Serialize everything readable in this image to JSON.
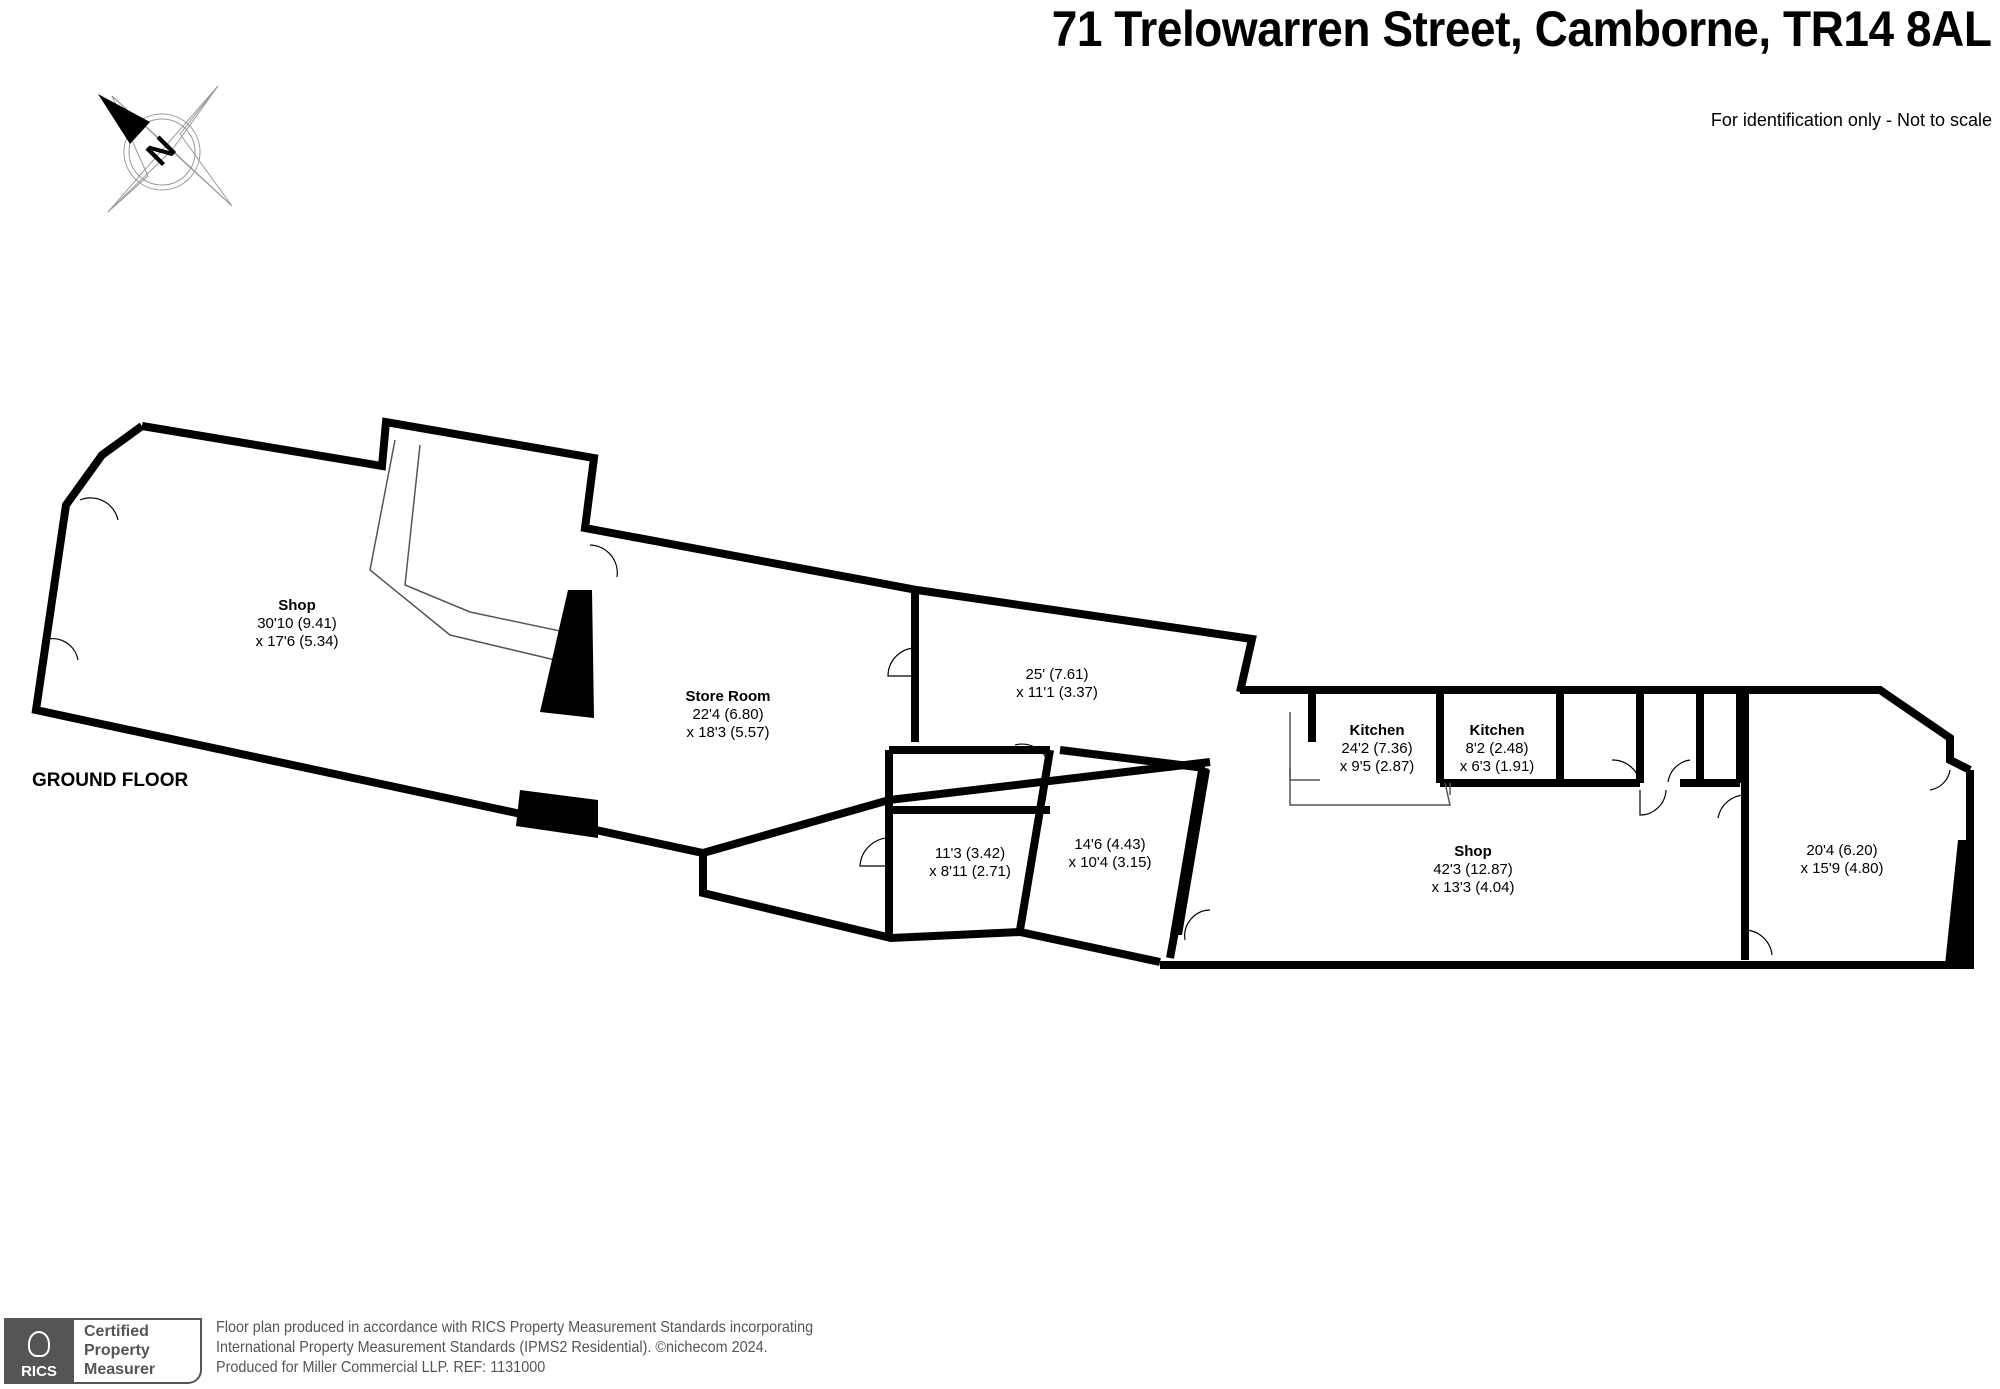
{
  "header": {
    "title": "71 Trelowarren Street, Camborne, TR14 8AL",
    "subtitle": "For identification only - Not to scale"
  },
  "compass": {
    "icon": "north-compass-icon",
    "letter": "N"
  },
  "floor": {
    "label": "GROUND FLOOR"
  },
  "rooms": [
    {
      "name": "Shop",
      "dim1": "30'10 (9.41)",
      "dim2": "x 17'6 (5.34)"
    },
    {
      "name": "Store Room",
      "dim1": "22'4 (6.80)",
      "dim2": "x 18'3 (5.57)"
    },
    {
      "name": "",
      "dim1": "25' (7.61)",
      "dim2": "x 11'1 (3.37)"
    },
    {
      "name": "",
      "dim1": "11'3 (3.42)",
      "dim2": "x 8'11 (2.71)"
    },
    {
      "name": "",
      "dim1": "14'6 (4.43)",
      "dim2": "x 10'4 (3.15)"
    },
    {
      "name": "Kitchen",
      "dim1": "24'2 (7.36)",
      "dim2": "x 9'5 (2.87)"
    },
    {
      "name": "Kitchen",
      "dim1": "8'2 (2.48)",
      "dim2": "x 6'3 (1.91)"
    },
    {
      "name": "Shop",
      "dim1": "42'3 (12.87)",
      "dim2": "x 13'3 (4.04)"
    },
    {
      "name": "",
      "dim1": "20'4 (6.20)",
      "dim2": "x 15'9 (4.80)"
    }
  ],
  "footer": {
    "rics_logo": "RICS",
    "badge_lines": [
      "Certified",
      "Property",
      "Measurer"
    ],
    "note_lines": [
      "Floor plan produced in accordance with RICS Property Measurement Standards incorporating",
      "International Property Measurement Standards (IPMS2 Residential).   ©nichecom 2024.",
      "Produced for Miller Commercial LLP.   REF:  1131000"
    ]
  }
}
